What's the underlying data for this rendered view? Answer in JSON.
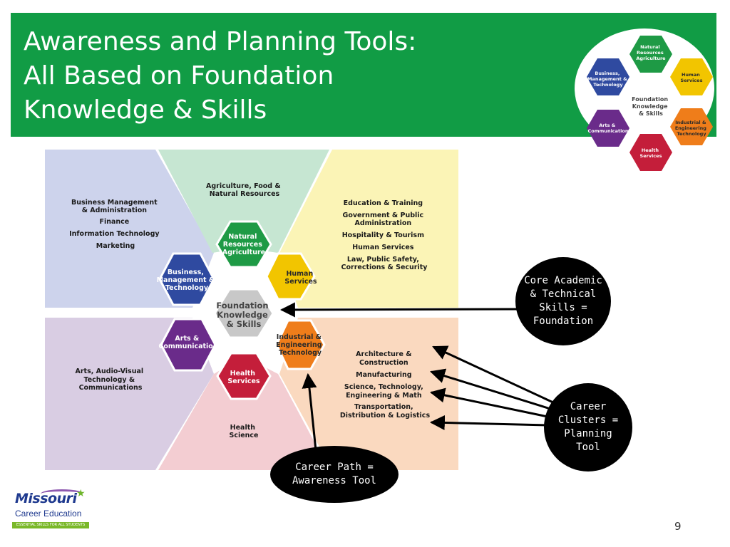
{
  "slide": {
    "title_lines": [
      "Awareness and Planning Tools:",
      "All Based on Foundation",
      "Knowledge & Skills"
    ],
    "page_number": "9",
    "banner_color": "#119c45"
  },
  "small_wheel": {
    "center": [
      "Foundation",
      "Knowledge",
      "& Skills"
    ],
    "nrag": [
      "Natural",
      "Resources",
      "Agriculture"
    ],
    "hs": [
      "Human",
      "Services"
    ],
    "iet": [
      "Industrial &",
      "Engineering",
      "Technology"
    ],
    "health": [
      "Health",
      "Services"
    ],
    "arts": [
      "Arts &",
      "Communication"
    ],
    "bmt": [
      "Business,",
      "Management &",
      "Technology"
    ]
  },
  "diagram": {
    "hexes": {
      "nrag": [
        "Natural",
        "Resources",
        "Agriculture"
      ],
      "bmt": [
        "Business,",
        "Management &",
        "Technology"
      ],
      "hs": [
        "Human",
        "Services"
      ],
      "center": [
        "Foundation",
        "Knowledge",
        "& Skills"
      ],
      "arts": [
        "Arts &",
        "Communication"
      ],
      "iet": [
        "Industrial &",
        "Engineering",
        "Technology"
      ],
      "health": [
        "Health",
        "Services"
      ]
    },
    "sectors": {
      "business": [
        "Business Management",
        "& Administration",
        "Finance",
        "Information Technology",
        "Marketing"
      ],
      "agriculture": [
        "Agriculture, Food &",
        "Natural Resources"
      ],
      "human_services": [
        "Education & Training",
        "Government & Public",
        "Administration",
        "Hospitality & Tourism",
        "Human Services",
        "Law, Public Safety,",
        "Corrections & Security"
      ],
      "arts": [
        "Arts, Audio-Visual",
        "Technology &",
        "Communications"
      ],
      "health": [
        "Health",
        "Science"
      ],
      "engineering": [
        "Architecture &",
        "Construction",
        "Manufacturing",
        "Science, Technology,",
        "Engineering & Math",
        "Transportation,",
        "Distribution & Logistics"
      ]
    },
    "colors": {
      "nrag": "#1e9a45",
      "bmt": "#2f4aa0",
      "hs": "#f2c500",
      "center": "#c8c8c8",
      "arts": "#6a2b8a",
      "iet": "#ef7d1a",
      "health": "#c41e3a"
    }
  },
  "callouts": {
    "core": [
      "Core Academic",
      "& Technical",
      "Skills =",
      "Foundation"
    ],
    "clusters": [
      "Career",
      "Clusters =",
      "Planning",
      "Tool"
    ],
    "path": [
      "Career Path =",
      "Awareness Tool"
    ]
  },
  "logo": {
    "name": "Missouri",
    "subtitle": "Career Education",
    "tagline": "ESSENTIAL SKILLS FOR ALL STUDENTS"
  }
}
